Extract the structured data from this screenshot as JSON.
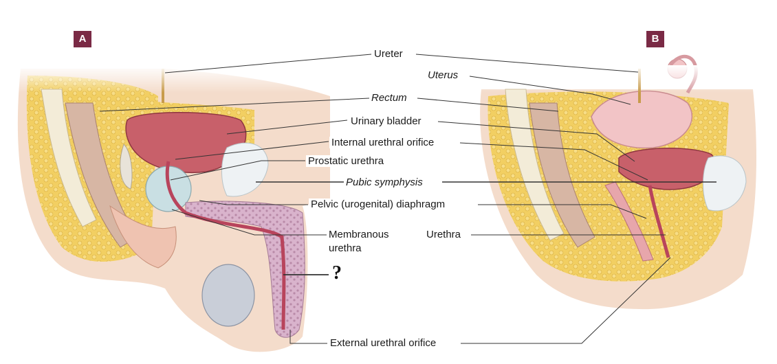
{
  "panels": {
    "left_letter": "A",
    "right_letter": "B"
  },
  "labels": {
    "ureter": "Ureter",
    "uterus": "Uterus",
    "rectum": "Rectum",
    "urinary_bladder": "Urinary bladder",
    "internal_urethral_orifice": "Internal urethral orifice",
    "prostatic_urethra": "Prostatic urethra",
    "pubic_symphysis": "Pubic symphysis",
    "pelvic_diaphragm": "Pelvic (urogenital) diaphragm",
    "membranous_urethra_line1": "Membranous",
    "membranous_urethra_line2": "urethra",
    "urethra": "Urethra",
    "unknown_marker": "?",
    "external_urethral_orifice": "External urethral orifice"
  },
  "colors": {
    "badge": "#7a2a45",
    "fat": "#f2cf62",
    "skin": "#f4dccb",
    "bladder": "#c8606a",
    "bone": "#f3ecd8",
    "muscle": "#d7b6a4"
  }
}
